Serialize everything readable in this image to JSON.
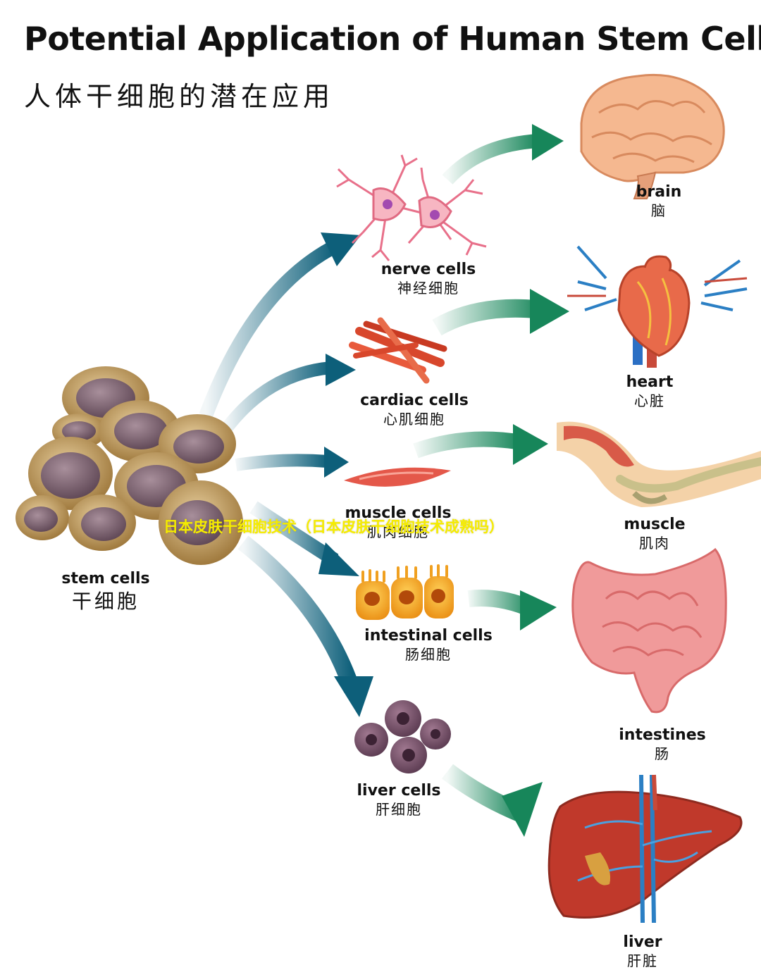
{
  "title": {
    "en": "Potential Application of Human Stem Cells",
    "zh": "人体干细胞的潜在应用"
  },
  "overlay_text": "日本皮肤干细胞技术（日本皮肤干细胞技术成熟吗）",
  "source": {
    "en": "stem cells",
    "zh": "干细胞"
  },
  "cells": [
    {
      "en": "nerve cells",
      "zh": "神经细胞"
    },
    {
      "en": "cardiac cells",
      "zh": "心肌细胞"
    },
    {
      "en": "muscle cells",
      "zh": "肌肉细胞"
    },
    {
      "en": "intestinal cells",
      "zh": "肠细胞"
    },
    {
      "en": "liver cells",
      "zh": "肝细胞"
    }
  ],
  "organs": [
    {
      "en": "brain",
      "zh": "脑"
    },
    {
      "en": "heart",
      "zh": "心脏"
    },
    {
      "en": "muscle",
      "zh": "肌肉"
    },
    {
      "en": "intestines",
      "zh": "肠"
    },
    {
      "en": "liver",
      "zh": "肝脏"
    }
  ],
  "colors": {
    "arrow_stem": "#0d5f7a",
    "arrow_organ": "#17865a",
    "cell_outer": "#c9a36a",
    "cell_nucleus": "#7a6270"
  },
  "icons": [
    "stem-cell-cluster",
    "nerve-cell-icon",
    "cardiac-cell-icon",
    "muscle-cell-icon",
    "intestinal-cell-icon",
    "liver-cell-icon",
    "brain-icon",
    "heart-icon",
    "muscle-icon",
    "intestines-icon",
    "liver-icon"
  ]
}
